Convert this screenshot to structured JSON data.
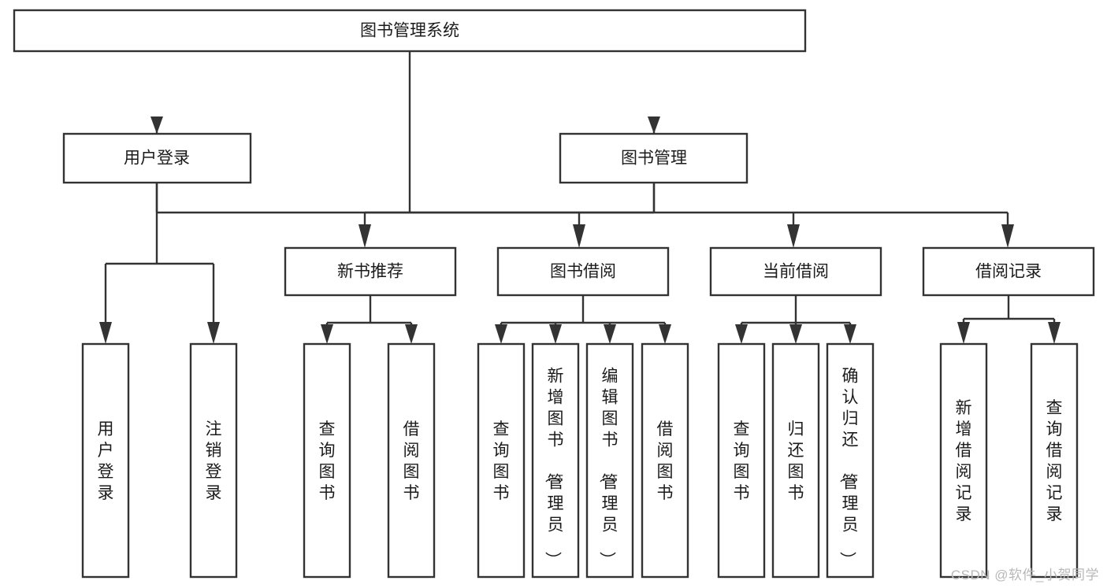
{
  "diagram": {
    "type": "tree",
    "title": "图书管理系统",
    "watermark": "CSDN @软件_小贺同学",
    "colors": {
      "background": "#ffffff",
      "box_fill": "#ffffff",
      "box_stroke": "#333333",
      "text": "#1b1b1b",
      "watermark": "#b8b8b8"
    },
    "levels": [
      {
        "level": 1,
        "nodes": [
          {
            "id": "root",
            "label": "图书管理系统",
            "orientation": "horizontal"
          }
        ]
      },
      {
        "level": 2,
        "nodes": [
          {
            "id": "login",
            "label": "用户登录",
            "orientation": "horizontal",
            "parent": "root"
          },
          {
            "id": "bookmgmt",
            "label": "图书管理",
            "orientation": "horizontal",
            "parent": "root"
          }
        ]
      },
      {
        "level": 3,
        "nodes": [
          {
            "id": "newbook",
            "label": "新书推荐",
            "orientation": "horizontal",
            "parent": "bookmgmt"
          },
          {
            "id": "borrow",
            "label": "图书借阅",
            "orientation": "horizontal",
            "parent": "bookmgmt"
          },
          {
            "id": "current",
            "label": "当前借阅",
            "orientation": "horizontal",
            "parent": "bookmgmt"
          },
          {
            "id": "records",
            "label": "借阅记录",
            "orientation": "horizontal",
            "parent": "bookmgmt"
          }
        ]
      },
      {
        "level": 4,
        "nodes": [
          {
            "id": "leaf-1",
            "label": "用户登录",
            "orientation": "vertical",
            "parent": "login"
          },
          {
            "id": "leaf-2",
            "label": "注销登录",
            "orientation": "vertical",
            "parent": "login"
          },
          {
            "id": "leaf-3",
            "label": "查询图书",
            "orientation": "vertical",
            "parent": "newbook"
          },
          {
            "id": "leaf-4",
            "label": "借阅图书",
            "orientation": "vertical",
            "parent": "newbook"
          },
          {
            "id": "leaf-5",
            "label": "查询图书",
            "orientation": "vertical",
            "parent": "borrow"
          },
          {
            "id": "leaf-6",
            "label": "新增图书（管理员）",
            "orientation": "vertical",
            "parent": "borrow"
          },
          {
            "id": "leaf-7",
            "label": "编辑图书（管理员）",
            "orientation": "vertical",
            "parent": "borrow"
          },
          {
            "id": "leaf-8",
            "label": "借阅图书",
            "orientation": "vertical",
            "parent": "borrow"
          },
          {
            "id": "leaf-9",
            "label": "查询图书",
            "orientation": "vertical",
            "parent": "current"
          },
          {
            "id": "leaf-10",
            "label": "归还图书",
            "orientation": "vertical",
            "parent": "current"
          },
          {
            "id": "leaf-11",
            "label": "确认归还（管理员）",
            "orientation": "vertical",
            "parent": "current"
          },
          {
            "id": "leaf-12",
            "label": "新增借阅记录",
            "orientation": "vertical",
            "parent": "records"
          },
          {
            "id": "leaf-13",
            "label": "查询借阅记录",
            "orientation": "vertical",
            "parent": "records"
          }
        ]
      }
    ]
  }
}
